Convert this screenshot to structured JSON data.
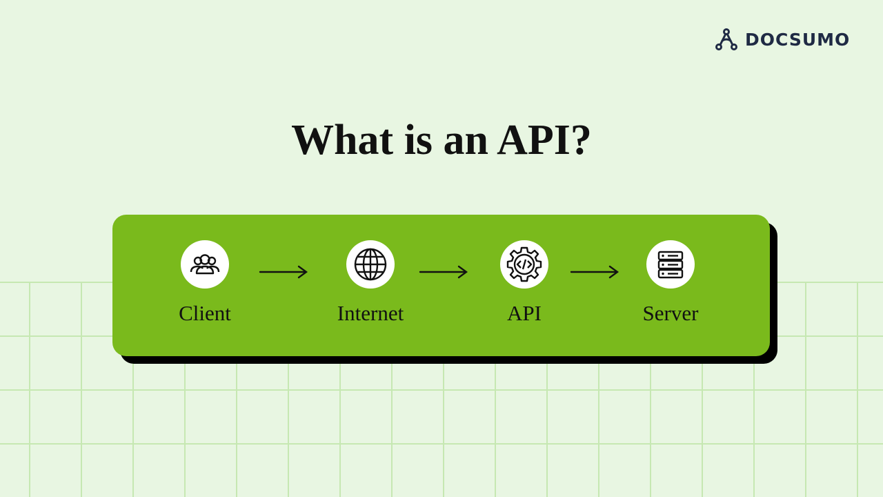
{
  "brand": {
    "name": "DOCSUMO"
  },
  "title": "What is an API?",
  "flow": {
    "nodes": [
      {
        "label": "Client",
        "icon": "users-icon"
      },
      {
        "label": "Internet",
        "icon": "globe-icon"
      },
      {
        "label": "API",
        "icon": "code-gear-icon"
      },
      {
        "label": "Server",
        "icon": "server-icon"
      }
    ]
  },
  "colors": {
    "background": "#e8f6e2",
    "grid": "#c6e8b2",
    "panel": "#7aba1c",
    "shadow": "#000000",
    "brand_text": "#1f2a44"
  }
}
